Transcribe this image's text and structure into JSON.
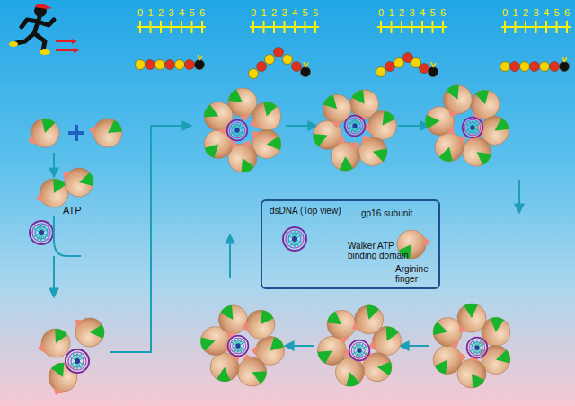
{
  "diagram": {
    "nodes": [
      {
        "text": [
          "dsDNA (Top view)",
          "gp16 subunit",
          "Walker ATP binding domain",
          "Arginine finger"
        ]
      }
    ],
    "labels": [
      "0",
      "1",
      "2",
      "3",
      "4",
      "5",
      "6",
      "0",
      "1",
      "2",
      "3",
      "4",
      "5",
      "6",
      "0",
      "1",
      "2",
      "3",
      "4",
      "5",
      "6",
      "0",
      "1",
      "2",
      "3",
      "4",
      "5",
      "6",
      "ATP"
    ]
  }
}
